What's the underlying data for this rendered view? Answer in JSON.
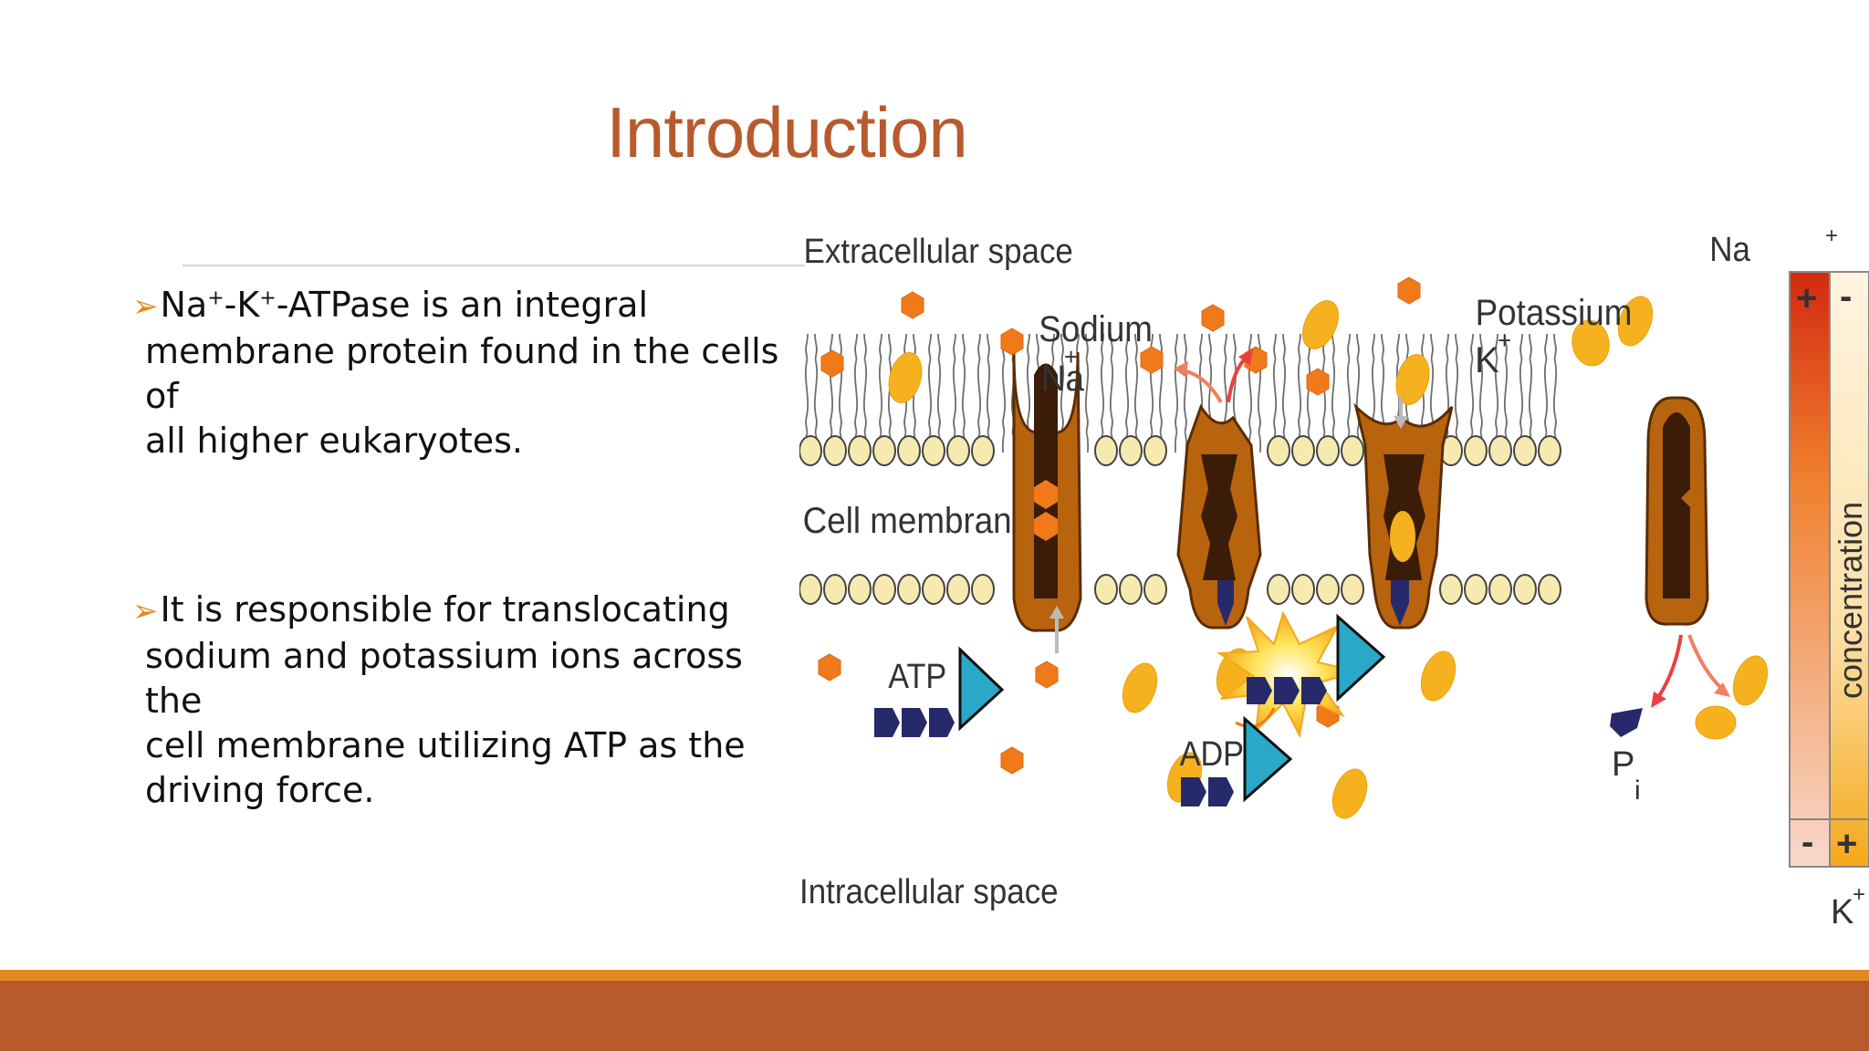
{
  "slide": {
    "title": "Introduction",
    "bullets": [
      {
        "prefix": "Na",
        "sup1": "+",
        "mid": "-K",
        "sup2": "+",
        "rest_first": "-ATPase is an integral",
        "lines": [
          "membrane protein found in the cells of",
          "all higher eukaryotes."
        ]
      },
      {
        "first": "It is responsible for translocating",
        "lines": [
          "sodium and potassium ions across the",
          "cell membrane utilizing ATP as the",
          "driving force."
        ]
      }
    ]
  },
  "diagram": {
    "extracellular": "Extracellular space",
    "intracellular": "Intracellular space",
    "membrane": "Cell membrane",
    "sodium": "Sodium",
    "sodium_symbol": "Na",
    "potassium": "Potassium",
    "potassium_symbol": "K",
    "plus": "+",
    "minus": "-",
    "atp": "ATP",
    "adp": "ADP",
    "pi": "P",
    "pi_sub": "i",
    "concentration": "concentration",
    "colors": {
      "sodium": "#f07a1a",
      "potassium": "#f5b21e",
      "protein": "#8a4a12",
      "title": "#b85a2c",
      "footer": "#b85a2c",
      "footer_line": "#e08a20"
    }
  }
}
